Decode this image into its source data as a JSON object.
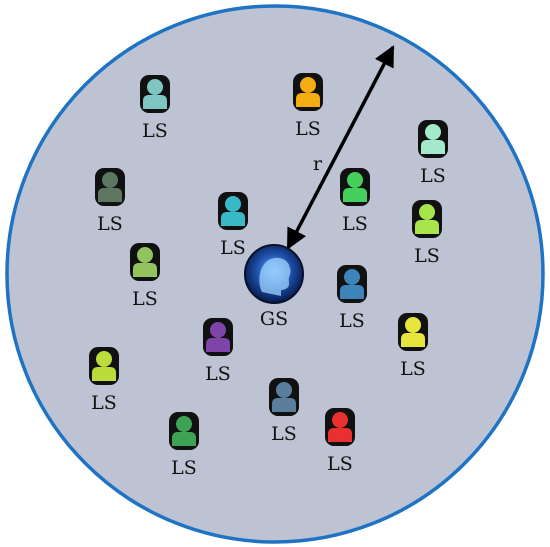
{
  "diagram": {
    "colors": {
      "region_fill": "#bec3d4",
      "region_stroke": "#1f73c4",
      "arrow": "#000000"
    },
    "center_node": {
      "label": "GS",
      "icon": "brain-head-icon"
    },
    "radius_label": "r",
    "local_nodes": [
      {
        "label": "LS",
        "color": "#7fc6c3"
      },
      {
        "label": "LS",
        "color": "#f3ac12"
      },
      {
        "label": "LS",
        "color": "#a3e9cc"
      },
      {
        "label": "LS",
        "color": "#5d7660"
      },
      {
        "label": "LS",
        "color": "#45d05d"
      },
      {
        "label": "LS",
        "color": "#39b8c6"
      },
      {
        "label": "LS",
        "color": "#a8e44c"
      },
      {
        "label": "LS",
        "color": "#92c35c"
      },
      {
        "label": "LS",
        "color": "#3f84b9"
      },
      {
        "label": "LS",
        "color": "#7f44a8"
      },
      {
        "label": "LS",
        "color": "#e6e63c"
      },
      {
        "label": "LS",
        "color": "#bcdc3c"
      },
      {
        "label": "LS",
        "color": "#5b7e9e"
      },
      {
        "label": "LS",
        "color": "#3ea354"
      },
      {
        "label": "LS",
        "color": "#e83030"
      }
    ]
  }
}
